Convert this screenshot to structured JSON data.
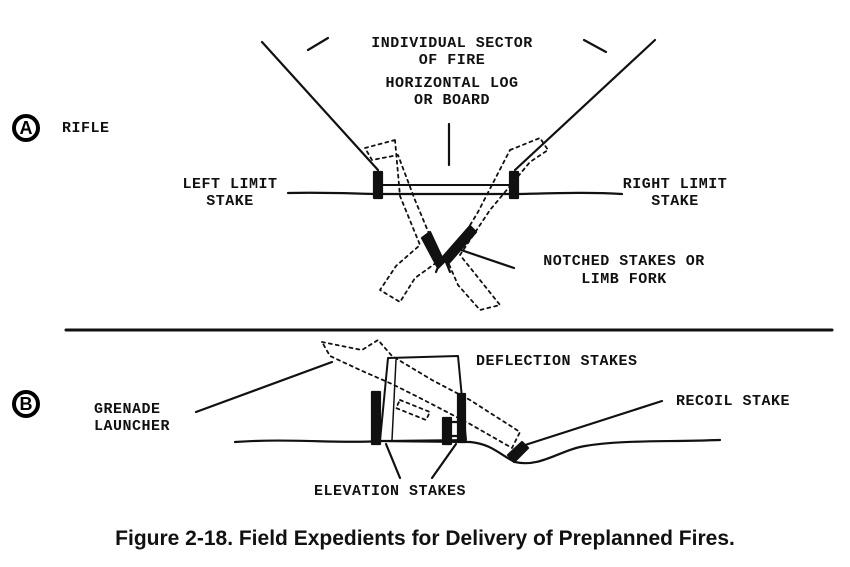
{
  "panel_a": {
    "marker": "A",
    "weapon_label": "RIFLE",
    "sector_label_1": "INDIVIDUAL SECTOR",
    "sector_label_2": "OF FIRE",
    "log_label_1": "HORIZONTAL LOG",
    "log_label_2": "OR BOARD",
    "left_stake_1": "LEFT LIMIT",
    "left_stake_2": "STAKE",
    "right_stake_1": "RIGHT LIMIT",
    "right_stake_2": "STAKE",
    "notched_1": "NOTCHED STAKES OR",
    "notched_2": "LIMB FORK"
  },
  "panel_b": {
    "marker": "B",
    "deflection_label": "DEFLECTION STAKES",
    "launcher_1": "GRENADE",
    "launcher_2": "LAUNCHER",
    "recoil_label": "RECOIL STAKE",
    "elevation_label": "ELEVATION STAKES"
  },
  "caption": "Figure 2-18. Field Expedients for Delivery of Preplanned Fires."
}
